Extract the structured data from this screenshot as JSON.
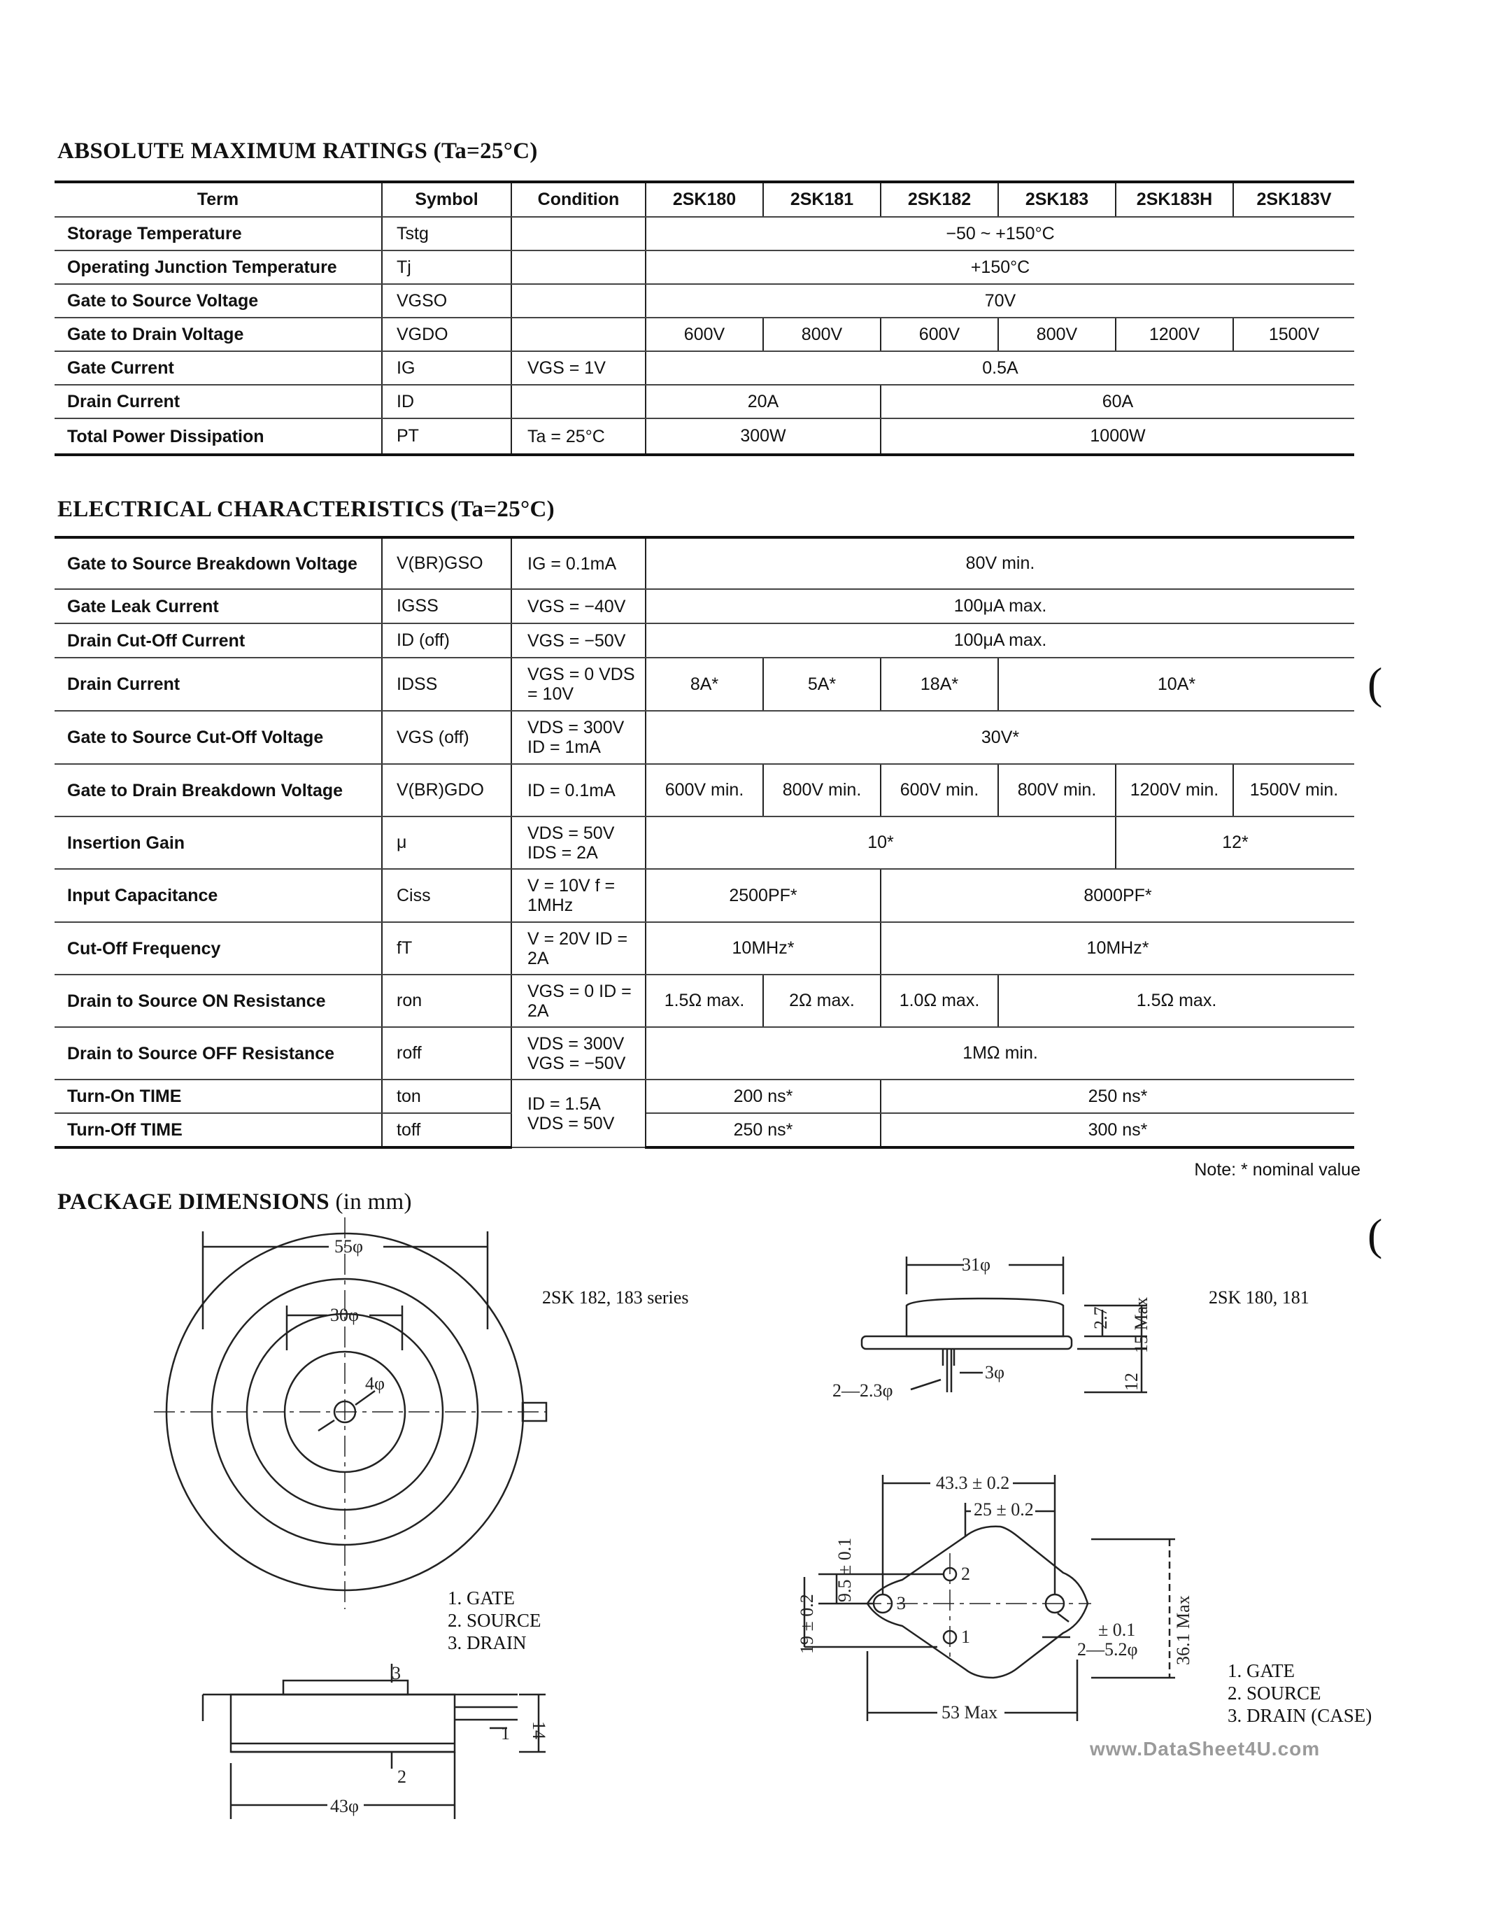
{
  "abs_title": "ABSOLUTE MAXIMUM RATINGS (Ta=25°C)",
  "abs_table": {
    "headers": [
      "Term",
      "Symbol",
      "Condition",
      "2SK180",
      "2SK181",
      "2SK182",
      "2SK183",
      "2SK183H",
      "2SK183V"
    ],
    "rows": [
      {
        "term": "Storage Temperature",
        "symbol": "Tstg",
        "condition": "",
        "values": [
          "−50 ~ +150°C"
        ]
      },
      {
        "term": "Operating Junction Temperature",
        "symbol": "Tj",
        "condition": "",
        "values": [
          "+150°C"
        ]
      },
      {
        "term": "Gate to Source Voltage",
        "symbol": "VGSO",
        "condition": "",
        "values": [
          "70V"
        ]
      },
      {
        "term": "Gate to Drain Voltage",
        "symbol": "VGDO",
        "condition": "",
        "values": [
          "600V",
          "800V",
          "600V",
          "800V",
          "1200V",
          "1500V"
        ]
      },
      {
        "term": "Gate Current",
        "symbol": "IG",
        "condition": "VGS = 1V",
        "values": [
          "0.5A"
        ]
      },
      {
        "term": "Drain Current",
        "symbol": "ID",
        "condition": "",
        "values": [
          "20A",
          "60A"
        ]
      },
      {
        "term": "Total Power Dissipation",
        "symbol": "PT",
        "condition": "Ta = 25°C",
        "values": [
          "300W",
          "1000W"
        ]
      }
    ]
  },
  "elec_title": "ELECTRICAL CHARACTERISTICS (Ta=25°C)",
  "elec_table": {
    "rows": [
      {
        "term": "Gate to Source Breakdown Voltage",
        "symbol": "V(BR)GSO",
        "condition": "IG = 0.1mA",
        "values": [
          "80V min."
        ]
      },
      {
        "term": "Gate Leak Current",
        "symbol": "IGSS",
        "condition": "VGS = −40V",
        "values": [
          "100μA max."
        ]
      },
      {
        "term": "Drain Cut-Off Current",
        "symbol": "ID (off)",
        "condition": "VGS = −50V",
        "values": [
          "100μA max."
        ]
      },
      {
        "term": "Drain Current",
        "symbol": "IDSS",
        "condition": "VGS = 0 VDS = 10V",
        "values": [
          "8A*",
          "5A*",
          "18A*",
          "10A*"
        ]
      },
      {
        "term": "Gate to Source Cut-Off Voltage",
        "symbol": "VGS (off)",
        "condition": "VDS = 300V ID = 1mA",
        "values": [
          "30V*"
        ]
      },
      {
        "term": "Gate to Drain Breakdown Voltage",
        "symbol": "V(BR)GDO",
        "condition": "ID = 0.1mA",
        "values": [
          "600V min.",
          "800V min.",
          "600V min.",
          "800V min.",
          "1200V min.",
          "1500V min."
        ]
      },
      {
        "term": "Insertion Gain",
        "symbol": "μ",
        "condition": "VDS = 50V IDS = 2A",
        "values": [
          "10*",
          "12*"
        ]
      },
      {
        "term": "Input Capacitance",
        "symbol": "Ciss",
        "condition": "V = 10V f = 1MHz",
        "values": [
          "2500PF*",
          "8000PF*"
        ]
      },
      {
        "term": "Cut-Off Frequency",
        "symbol": "fT",
        "condition": "V = 20V ID = 2A",
        "values": [
          "10MHz*",
          "10MHz*"
        ]
      },
      {
        "term": "Drain to Source ON Resistance",
        "symbol": "ron",
        "condition": "VGS = 0 ID = 2A",
        "values": [
          "1.5Ω max.",
          "2Ω max.",
          "1.0Ω max.",
          "1.5Ω max."
        ]
      },
      {
        "term": "Drain to Source OFF Resistance",
        "symbol": "roff",
        "condition": "VDS = 300V VGS = −50V",
        "values": [
          "1MΩ min."
        ]
      },
      {
        "term": "Turn-On TIME",
        "symbol": "ton",
        "condition": "ID = 1.5A VDS = 50V",
        "values": [
          "200 ns*",
          "250 ns*"
        ]
      },
      {
        "term": "Turn-Off TIME",
        "symbol": "toff",
        "condition": "",
        "values": [
          "250 ns*",
          "300 ns*"
        ]
      }
    ],
    "note": "Note:  * nominal value"
  },
  "pkg_title": "PACKAGE DIMENSIONS",
  "pkg_unit": "(in mm)",
  "drawing_left": {
    "series": "2SK 182, 183 series",
    "dims": [
      "55φ",
      "30φ",
      "4φ",
      "43φ",
      "14"
    ],
    "callouts": [
      "1",
      "2",
      "3"
    ],
    "pins": [
      "1. GATE",
      "2. SOURCE",
      "3. DRAIN"
    ]
  },
  "drawing_right": {
    "series": "2SK 180, 181",
    "dims": [
      "31φ",
      "2.7",
      "15 Max",
      "12",
      "2—2.3φ",
      "3φ",
      "43.3 ± 0.2",
      "25 ± 0.2",
      "9.5 ± 0.1",
      "19 ± 0.2",
      "± 0.1",
      "2—5.2φ",
      "36.1 Max",
      "53 Max"
    ],
    "callouts": [
      "1",
      "2",
      "3"
    ],
    "pins": [
      "1. GATE",
      "2. SOURCE",
      "3. DRAIN (CASE)"
    ]
  },
  "watermark": "www.DataSheet4U.com"
}
